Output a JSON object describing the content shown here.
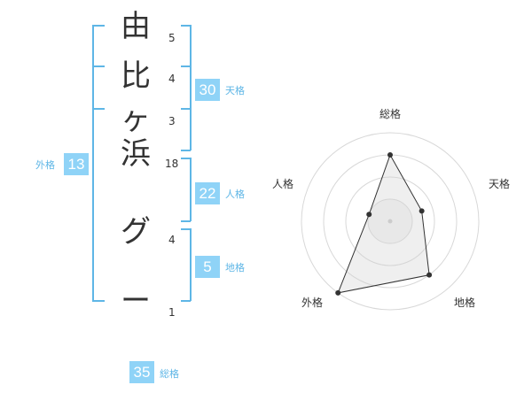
{
  "name_chars": [
    "由",
    "比",
    "ヶ",
    "浜",
    "グ",
    "ー"
  ],
  "stroke_counts": [
    "5",
    "4",
    "3",
    "18",
    "4",
    "1"
  ],
  "fortunes": {
    "tenkaku": {
      "value": "30",
      "label": "天格"
    },
    "jinkaku": {
      "value": "22",
      "label": "人格"
    },
    "chikaku": {
      "value": "5",
      "label": "地格"
    },
    "gaikaku": {
      "value": "13",
      "label": "外格"
    },
    "soukaku": {
      "value": "35",
      "label": "総格"
    }
  },
  "radar": {
    "axes": [
      "総格",
      "天格",
      "地格",
      "外格",
      "人格"
    ],
    "levels": 4,
    "values": [
      3,
      1.5,
      3,
      4,
      1
    ]
  },
  "colors": {
    "accent": "#5eb6e6",
    "box": "#8fd3f7"
  }
}
